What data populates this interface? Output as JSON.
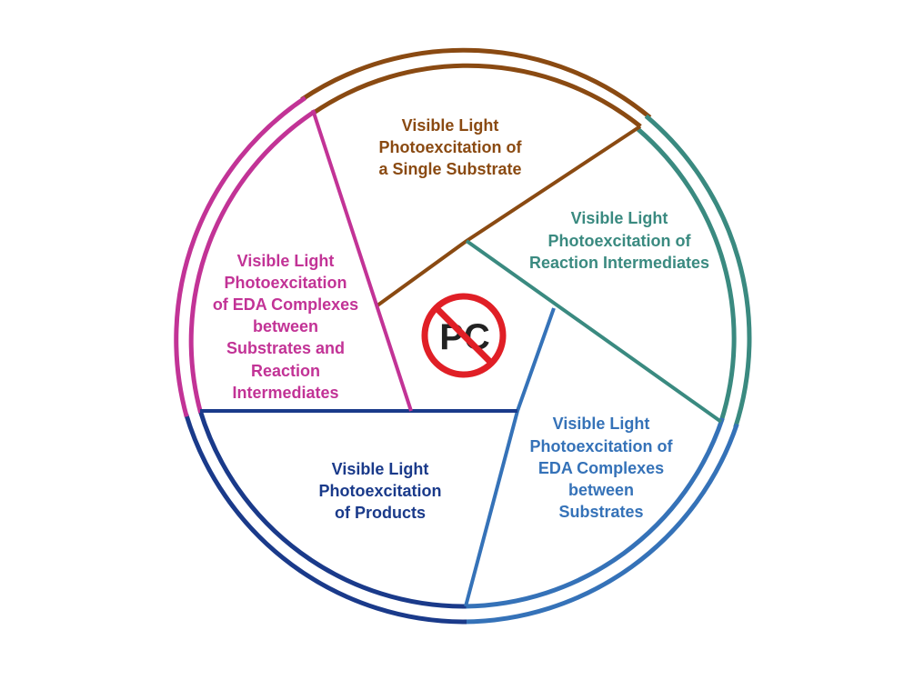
{
  "colors": {
    "brown": "#8a4a12",
    "teal": "#3a8a80",
    "blue": "#3572b8",
    "navy": "#1a3a8a",
    "magenta": "#c23396",
    "pc_red": "#e01f26",
    "pc_text": "#222222"
  },
  "center_badge": {
    "text": "PC",
    "icon": "no-symbol"
  },
  "segments": [
    {
      "id": "single-substrate",
      "color": "#8a4a12",
      "lines": [
        "Visible Light",
        "Photoexcitation of",
        "a Single Substrate"
      ]
    },
    {
      "id": "reaction-intermediates",
      "color": "#3a8a80",
      "lines": [
        "Visible Light",
        "Photoexcitation of",
        "Reaction Intermediates"
      ]
    },
    {
      "id": "eda-substrates",
      "color": "#3572b8",
      "lines": [
        "Visible Light",
        "Photoexcitation of",
        "EDA Complexes",
        "between",
        "Substrates"
      ]
    },
    {
      "id": "products",
      "color": "#1a3a8a",
      "lines": [
        "Visible Light",
        "Photoexcitation",
        "of Products"
      ]
    },
    {
      "id": "eda-intermediates",
      "color": "#c23396",
      "lines": [
        "Visible Light",
        "Photoexcitation",
        "of EDA Complexes",
        "between",
        "Substrates and",
        "Reaction",
        "Intermediates"
      ]
    }
  ]
}
